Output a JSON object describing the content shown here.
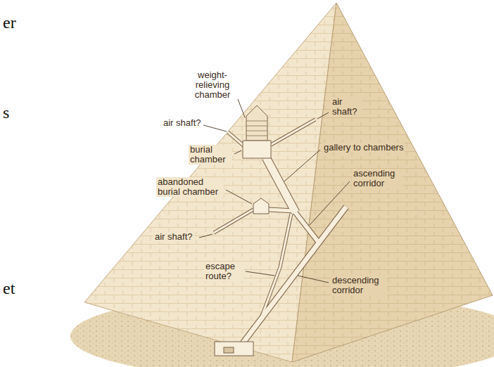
{
  "diagram": {
    "labels": [
      "er",
      "weight-relieving chamber",
      "air shaft?",
      "s",
      "air shaft?",
      "burial chamber",
      "gallery to chambers",
      "ascending corridor",
      "abandoned burial chamber",
      "air shaft?",
      "escape route?",
      "descending corridor",
      "et"
    ]
  }
}
